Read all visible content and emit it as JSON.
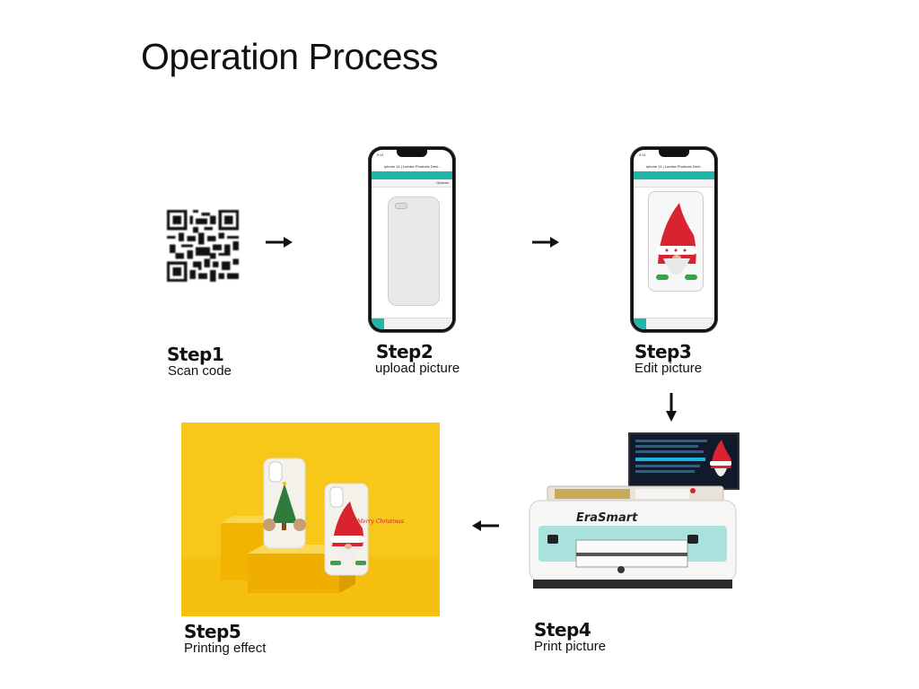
{
  "page": {
    "title": "Operation Process"
  },
  "steps": [
    {
      "title": "Step1",
      "subtitle": "Scan code"
    },
    {
      "title": "Step2",
      "subtitle": "upload picture"
    },
    {
      "title": "Step3",
      "subtitle": "Edit picture"
    },
    {
      "title": "Step4",
      "subtitle": "Print picture"
    },
    {
      "title": "Step5",
      "subtitle": "Printing effect"
    }
  ],
  "phone": {
    "status_time": "9:41",
    "url_title": "iphone 14 | Lumise Products Desi...",
    "tab_label": "Options"
  },
  "printer": {
    "brand": "EraSmart"
  },
  "photo": {
    "case_text": "Merry Christmas"
  },
  "colors": {
    "accent": "#20b7a8",
    "background_yellow": "#f7c81a",
    "printer_teal": "#a9e2dc",
    "gnome_red": "#d9242f"
  },
  "icons": [
    "qr-code-icon",
    "arrow-right-icon",
    "arrow-down-icon",
    "arrow-left-icon"
  ]
}
